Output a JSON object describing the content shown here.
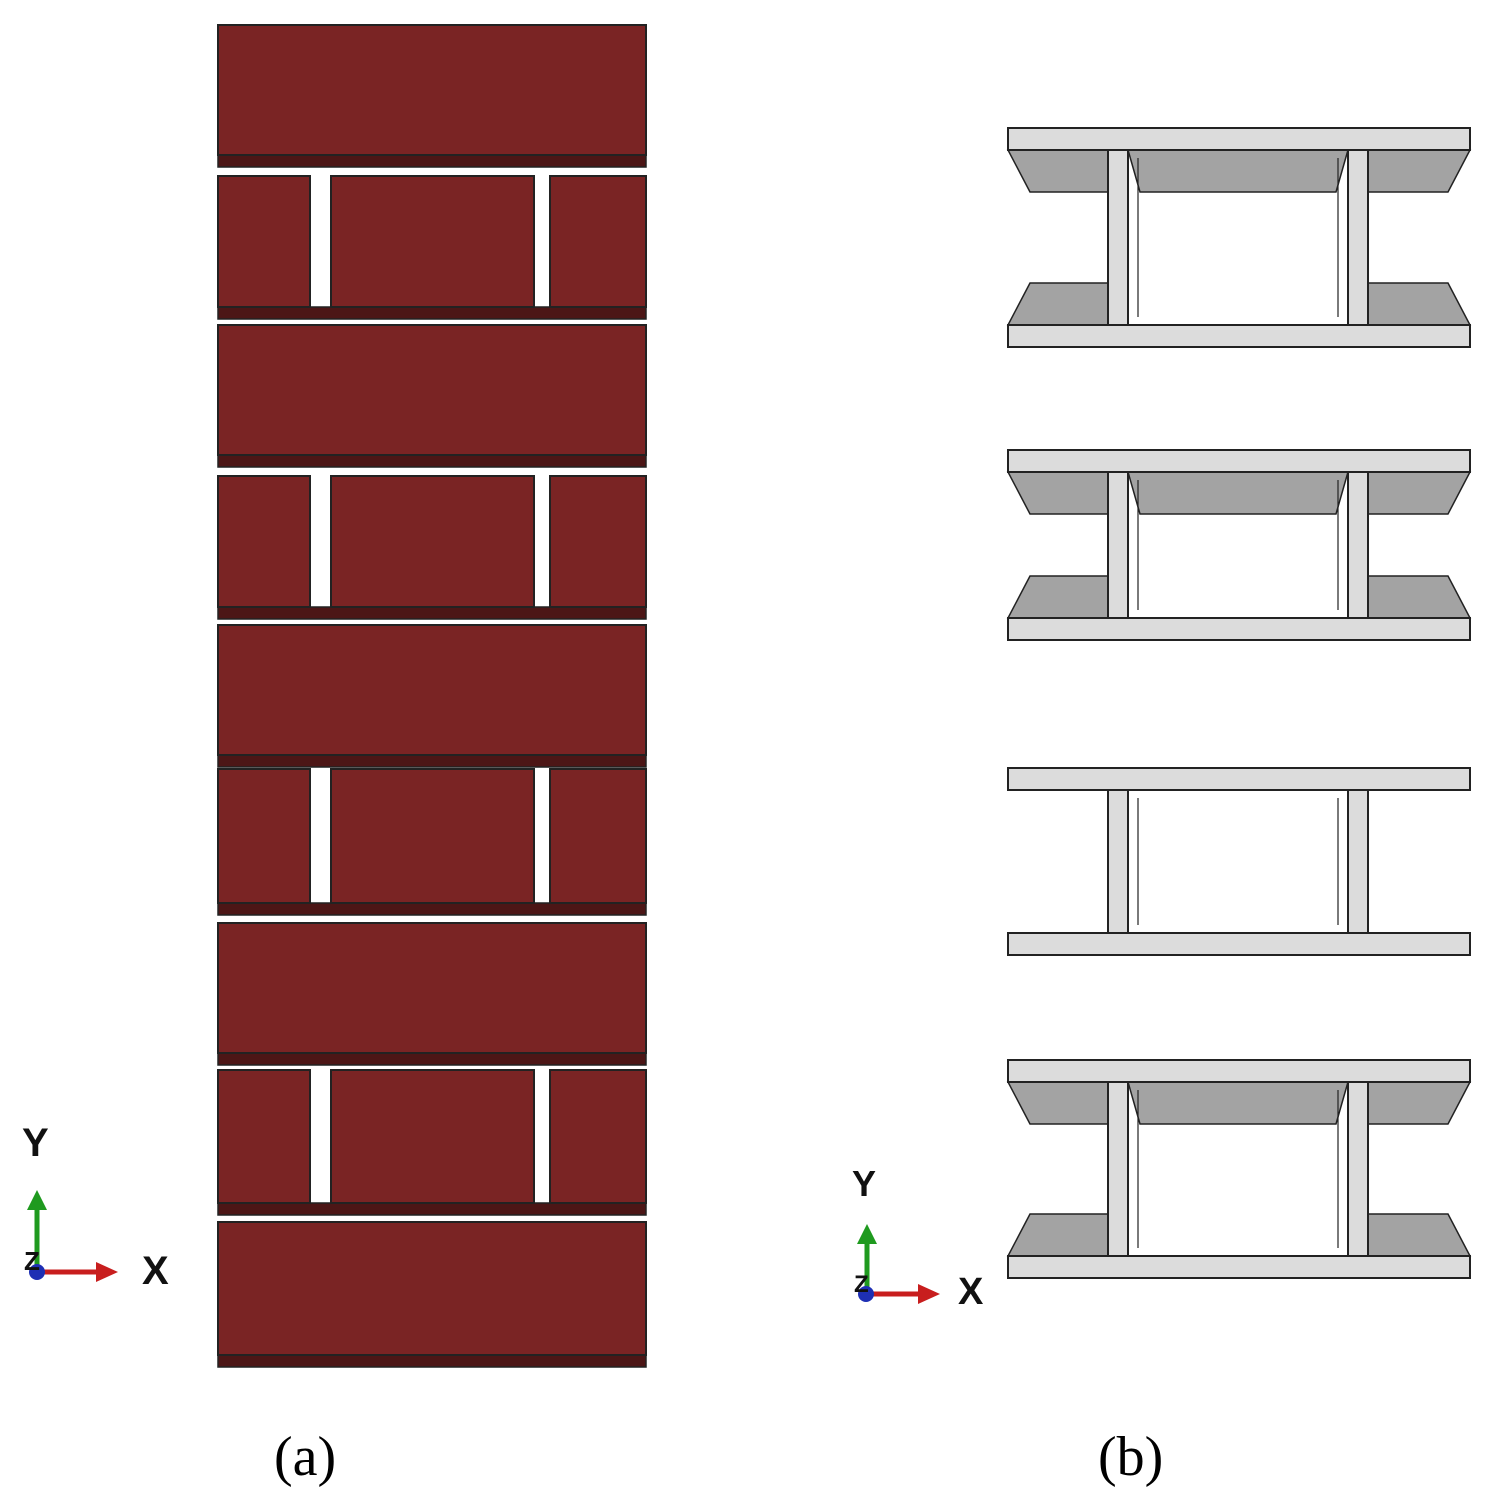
{
  "colors": {
    "brick": "#7a2424",
    "brick_shadow": "#4c1616",
    "block_face": "#dcdcdc",
    "block_shade": "#a3a3a3",
    "edge": "#222222",
    "axis_x": "#c81e1e",
    "axis_y": "#1f9a1f",
    "axis_z": "#1e2fb4"
  },
  "panels": [
    {
      "id": "a",
      "caption": "(a)",
      "axes": {
        "y": "Y",
        "x": "X",
        "z": "Z"
      },
      "description_icon": "brick-wall-icon",
      "courses": 9
    },
    {
      "id": "b",
      "caption": "(b)",
      "axes": {
        "y": "Y",
        "x": "X",
        "z": "Z"
      },
      "description_icon": "hollow-block-icon",
      "blocks": 4
    }
  ]
}
